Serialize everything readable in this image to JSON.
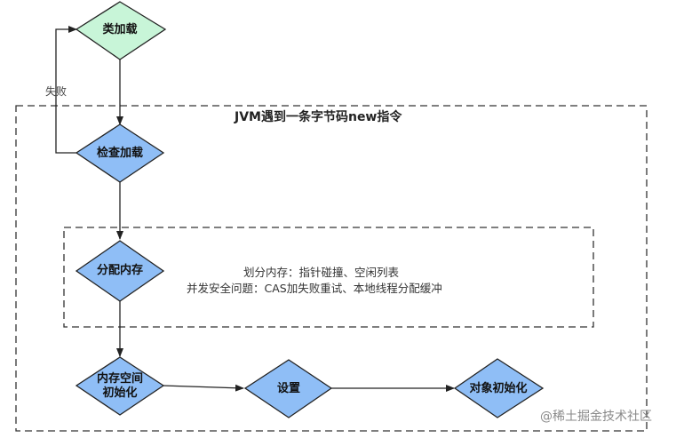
{
  "colors": {
    "class_load_fill": "#c8f5d8",
    "node_fill": "#8fbef6",
    "stroke": "#222222",
    "dash": "#333333"
  },
  "nodes": {
    "class_load": "类加载",
    "check_load": "检查加载",
    "allocate": "分配内存",
    "init_line1": "内存空间",
    "init_line2": "初始化",
    "setup": "设置",
    "object_init": "对象初始化"
  },
  "edge_labels": {
    "fail": "失败"
  },
  "outer_box": {
    "title": "JVM遇到一条字节码new指令"
  },
  "alloc_box": {
    "line1": "划分内存：指针碰撞、空闲列表",
    "line2": "并发安全问题：CAS加失败重试、本地线程分配缓冲"
  },
  "watermark": "@稀土掘金技术社区"
}
